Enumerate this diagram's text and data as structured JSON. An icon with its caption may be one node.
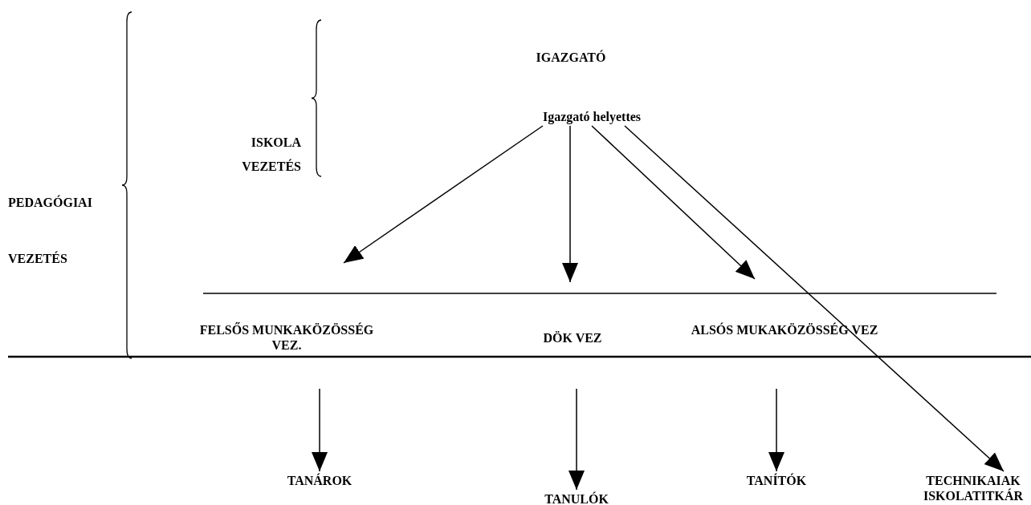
{
  "diagram": {
    "nodes": [
      {
        "text": [
          "IGAZGATÓ"
        ]
      },
      {
        "text": [
          "Igazgató helyettes"
        ]
      },
      {
        "text": [
          "FELSŐS MUNKAKÖZÖSSÉG VEZ."
        ]
      },
      {
        "text": [
          "DÖK VEZ"
        ]
      },
      {
        "text": [
          "ALSÓS MUKAKÖZÖSSÉG VEZ"
        ]
      },
      {
        "text": [
          "TANÁROK"
        ]
      },
      {
        "text": [
          "TANULÓK"
        ]
      },
      {
        "text": [
          "TANÍTÓK"
        ]
      },
      {
        "text": [
          "TECHNIKAIAK ISKOLATITKÁR"
        ]
      }
    ],
    "edges": [
      {
        "from": 1,
        "to": null,
        "arrow": "to"
      },
      {
        "from": 1,
        "to": null,
        "arrow": "to"
      },
      {
        "from": 1,
        "to": null,
        "arrow": "to"
      },
      {
        "from": 1,
        "to": 8,
        "arrow": "to"
      },
      {
        "from": null,
        "to": 5,
        "arrow": "to"
      },
      {
        "from": null,
        "to": 6,
        "arrow": "to"
      },
      {
        "from": null,
        "to": 7,
        "arrow": "to"
      }
    ],
    "labels": [
      "ISKOLA VEZETÉS",
      "PEDAGÓGIAI",
      "VEZETÉS"
    ]
  }
}
